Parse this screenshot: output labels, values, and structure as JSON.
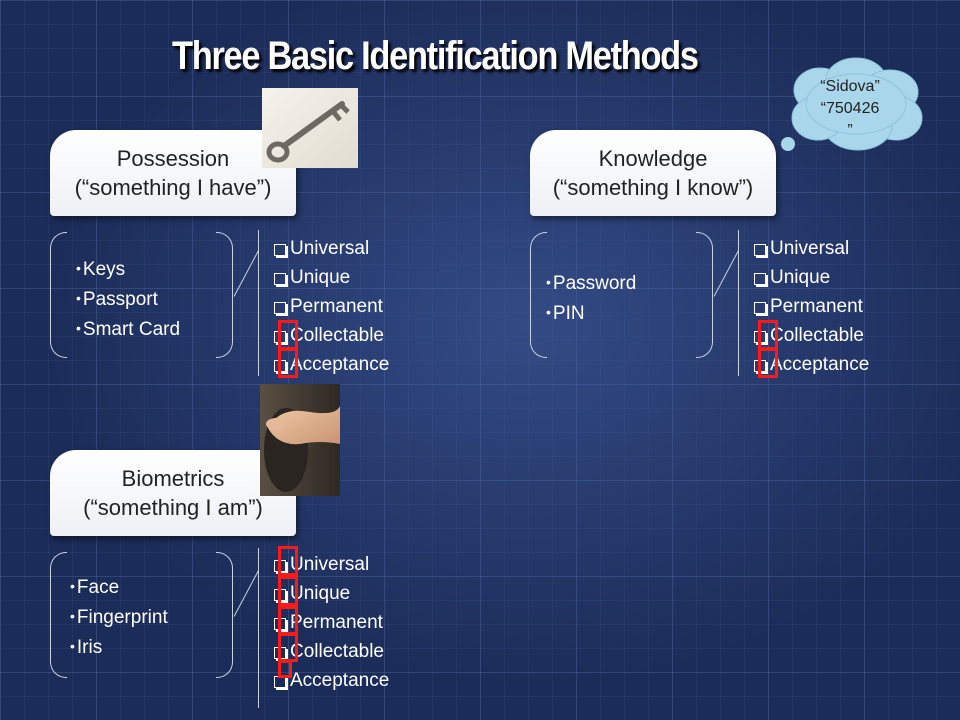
{
  "title": "Three Basic Identification Methods",
  "thought_bubble": {
    "line1": "“Sidova”",
    "line2": "“750426",
    "line3": "”"
  },
  "possession": {
    "heading": "Possession",
    "subheading": "(“something I have”)",
    "examples": [
      "Keys",
      "Passport",
      "Smart Card"
    ],
    "properties": [
      "Universal",
      "Unique",
      "Permanent",
      "Collectable",
      "Acceptance"
    ]
  },
  "knowledge": {
    "heading": "Knowledge",
    "subheading": "(“something I know”)",
    "examples": [
      "Password",
      "PIN"
    ],
    "properties": [
      "Universal",
      "Unique",
      "Permanent",
      "Collectable",
      "Acceptance"
    ]
  },
  "biometrics": {
    "heading": "Biometrics",
    "subheading": "(“something I am”)",
    "examples": [
      "Face",
      "Fingerprint",
      "Iris"
    ],
    "properties": [
      "Universal",
      "Unique",
      "Permanent",
      "Collectable",
      "Acceptance"
    ]
  },
  "colors": {
    "background": "#1c2c58",
    "title": "#ffffff",
    "mark": "#ff1a1a",
    "box": "#ffffff"
  },
  "icons": {
    "possession_image": "key-image",
    "biometrics_image": "fingerprint-scanner-image",
    "bubble": "thought-bubble-icon"
  }
}
